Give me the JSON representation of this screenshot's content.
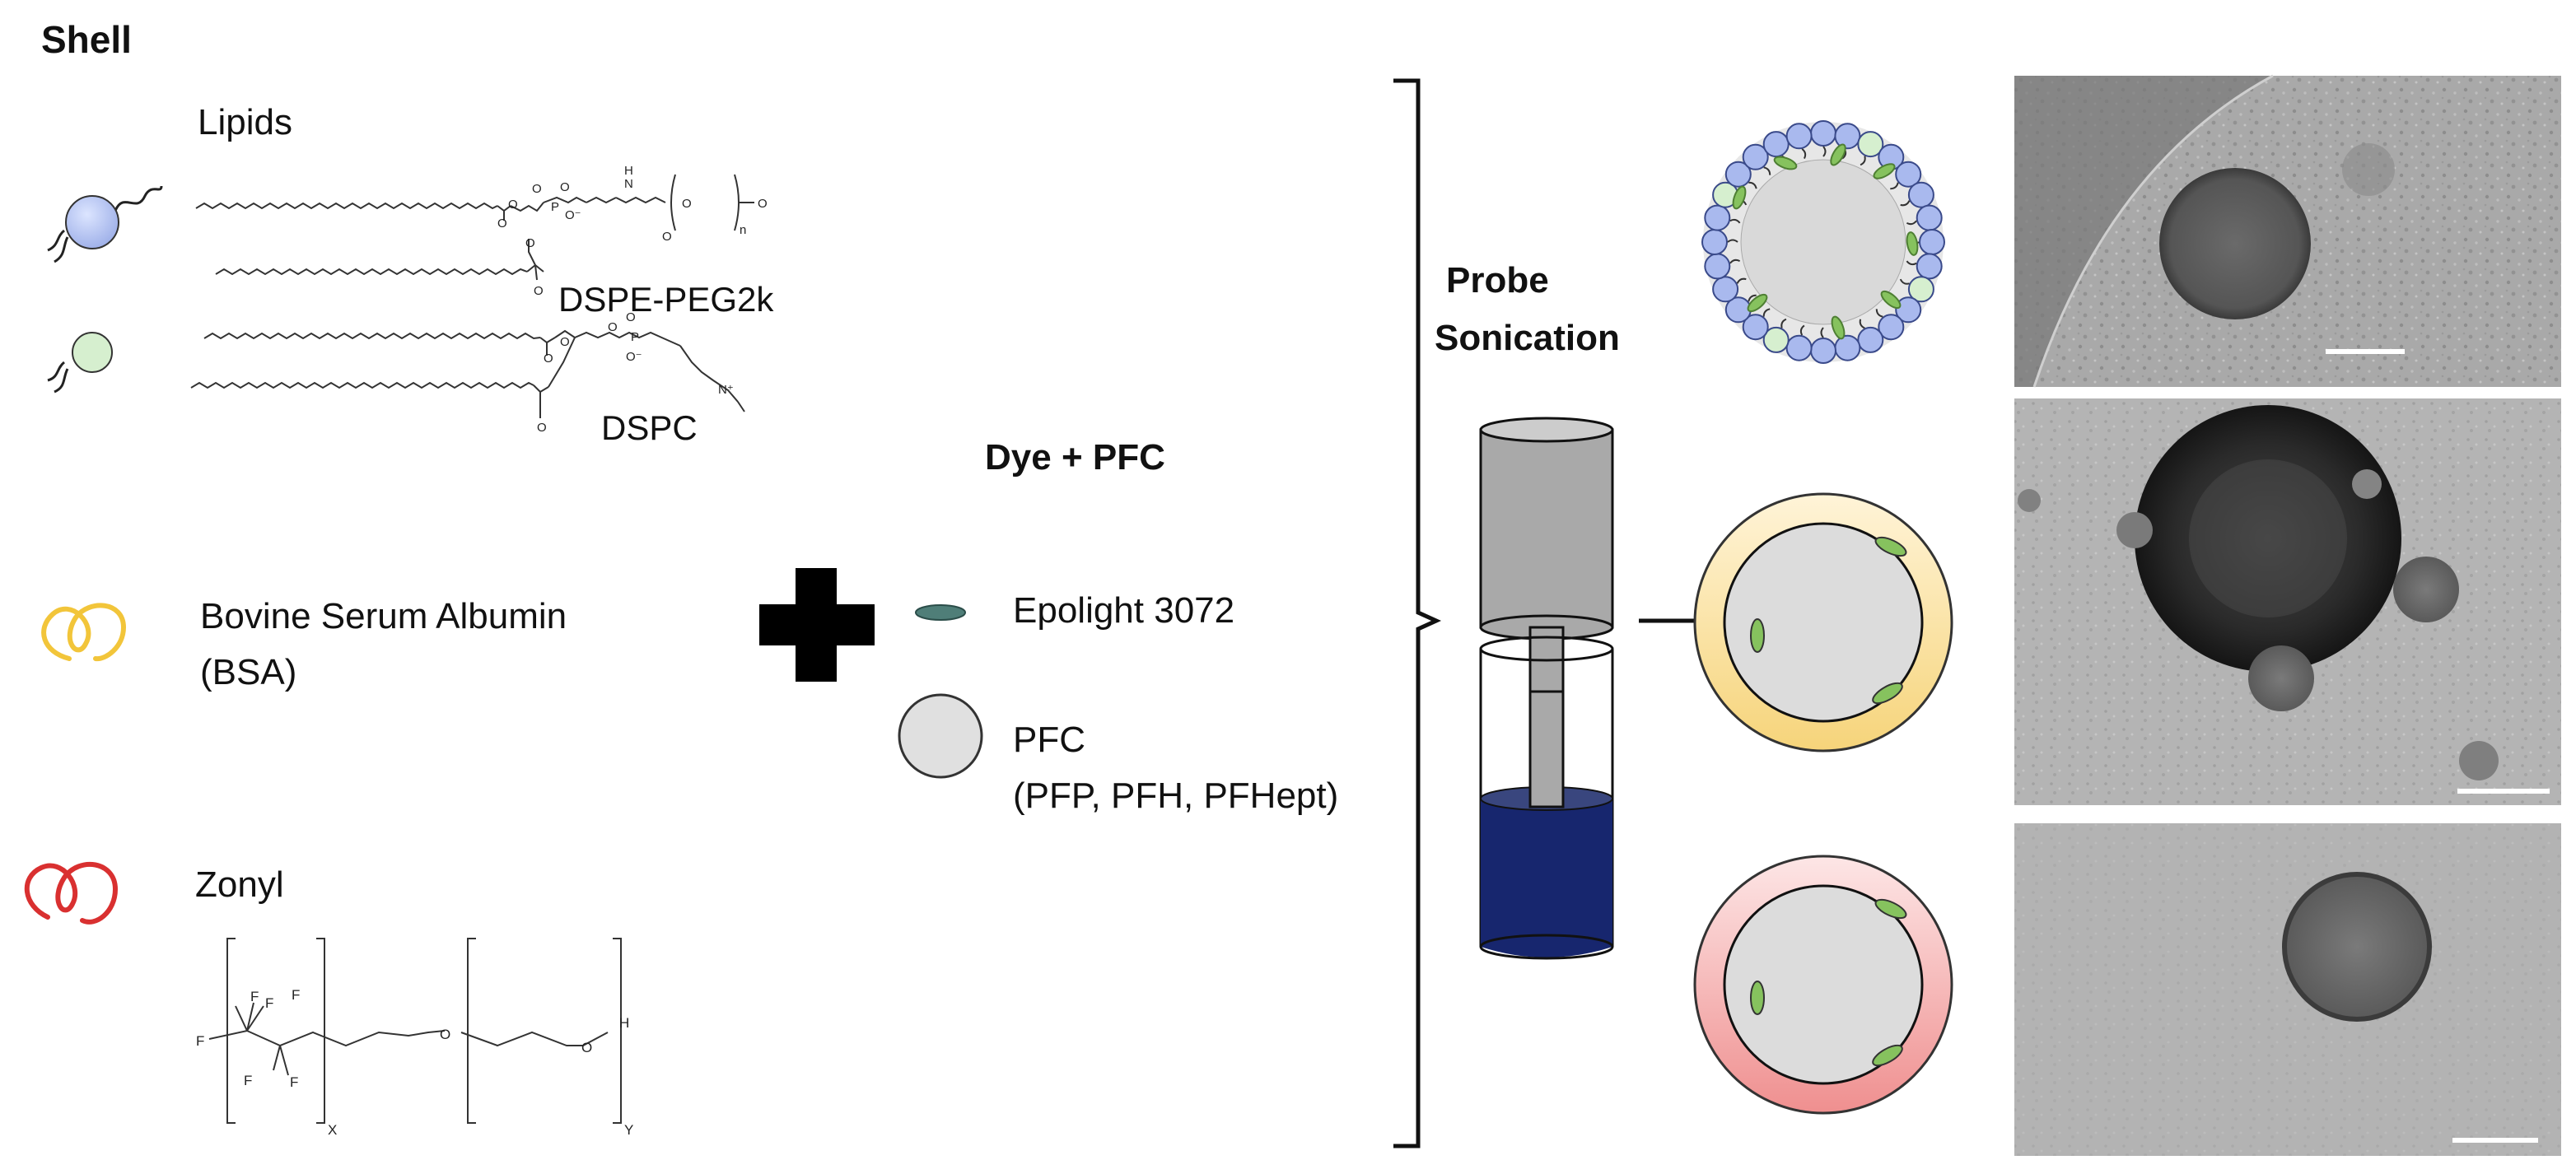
{
  "shell": {
    "heading": "Shell",
    "lipids_label": "Lipids",
    "lipid_names": [
      "DSPE-PEG2k",
      "DSPC"
    ],
    "bsa_label_line1": "Bovine Serum Albumin",
    "bsa_label_line2": "(BSA)",
    "zonyl_label": "Zonyl"
  },
  "dye_pfc": {
    "heading": "Dye + PFC",
    "dye_label": "Epolight 3072",
    "pfc_label_line1": "PFC",
    "pfc_label_line2": "(PFP, PFH, PFHept)"
  },
  "process": {
    "heading_line1": "Probe",
    "heading_line2": "Sonication"
  },
  "chem_atoms": {
    "O": "O",
    "P": "P",
    "O_minus": "O⁻",
    "H": "H",
    "N": "N",
    "N_plus": "N⁺",
    "n": "n",
    "F": "F",
    "X": "X",
    "Y": "Y"
  },
  "colors": {
    "lipid_head": "#a9b9ee",
    "lipid_head_alt": "#d6efcf",
    "dye": "#86c25e",
    "bsa": "#f2c53a",
    "zonyl": "#d93030",
    "liquid": "#17266e",
    "core": "#dcdcdc"
  }
}
